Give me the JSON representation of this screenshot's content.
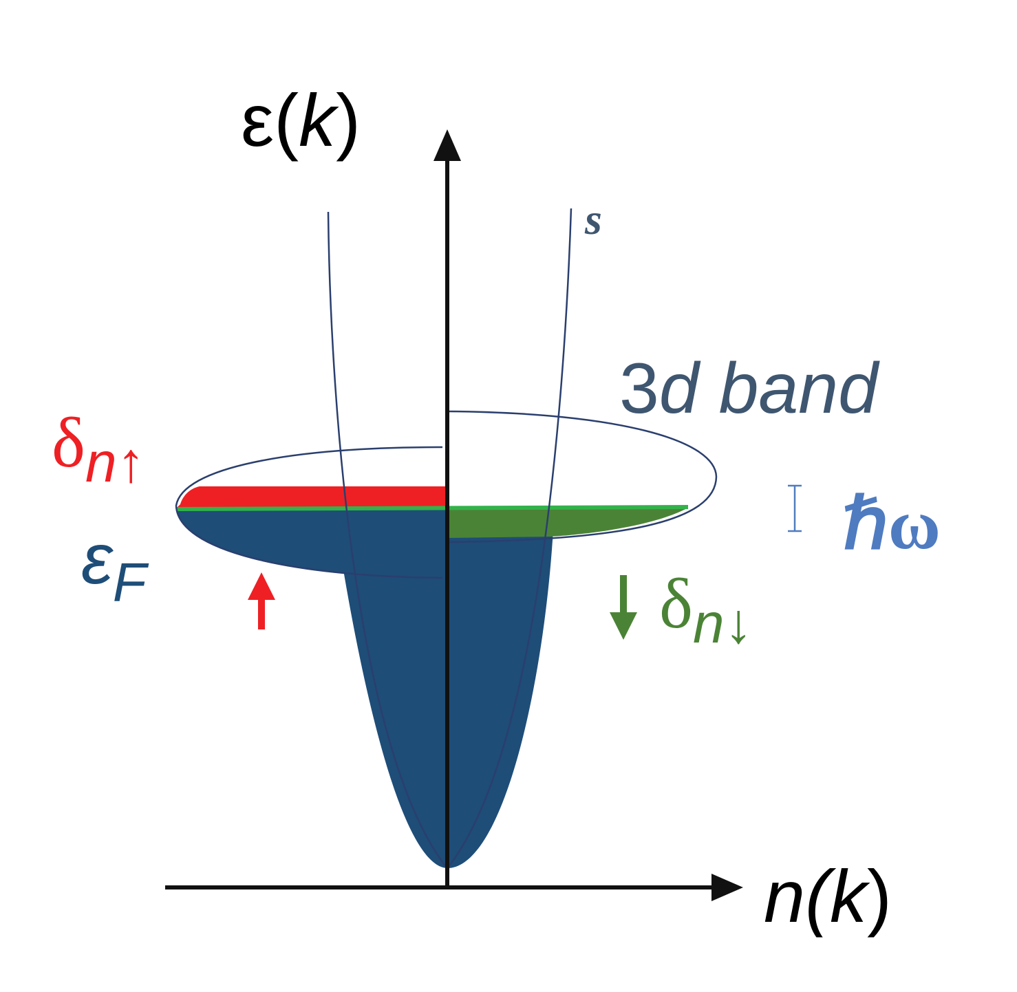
{
  "labels": {
    "y_axis": {
      "prefix": "ε(",
      "var": "k",
      "suffix": ")"
    },
    "x_axis": {
      "prefix": "n(",
      "var": "k",
      "suffix": ")"
    },
    "s_band": "s",
    "d_band": {
      "num": "3",
      "italic": "d",
      "rest": " band"
    },
    "hbar_omega": "ℏω",
    "delta_up": {
      "delta": "δ",
      "sub": "n↑"
    },
    "delta_down": {
      "delta": "δ",
      "sub": "n↓"
    },
    "fermi": {
      "symbol": "ε",
      "sub": "F"
    },
    "up_arrow": "↑",
    "down_arrow": "↓"
  },
  "colors": {
    "axis": "#111111",
    "fill_occupied": "#1e4d78",
    "band_line": "#2a3f6e",
    "spin_up": "#ee2024",
    "spin_down": "#4b8336",
    "fermi_line": "#33b24a",
    "d_band_text": "#3f5670",
    "hbar_omega": "#4f7bc0",
    "s_label": "#3f5670"
  }
}
